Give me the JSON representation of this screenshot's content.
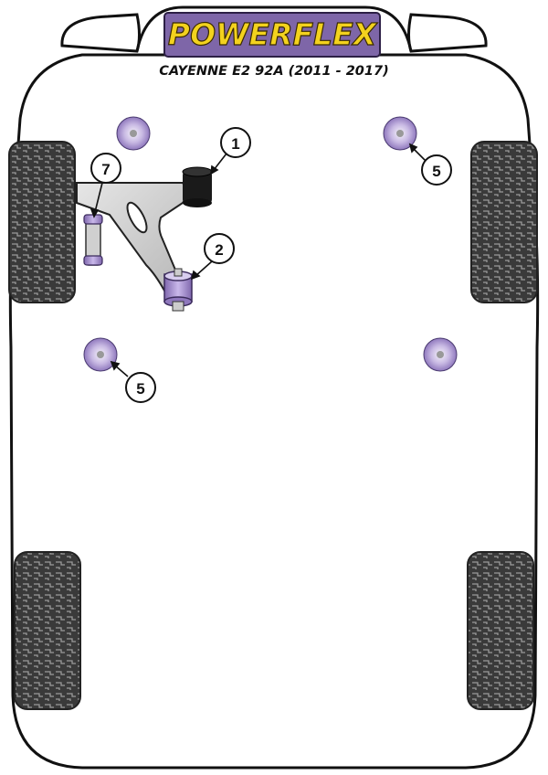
{
  "brand": {
    "logo_text": "POWERFLEX",
    "logo_bg": "#7e66a8",
    "logo_fg": "#f3d21e"
  },
  "vehicle": {
    "title": "CAYENNE E2 92A (2011 - 2017)"
  },
  "colors": {
    "bushing_purple": "#a08bc9",
    "bushing_light": "#e6dff2",
    "black_bushing": "#1a1a1a",
    "arm_grey": "#d2d2d2",
    "tire_dark": "#3a3a3a"
  },
  "callouts": [
    {
      "id": "callout-1",
      "label": "1"
    },
    {
      "id": "callout-2",
      "label": "2"
    },
    {
      "id": "callout-5-right",
      "label": "5"
    },
    {
      "id": "callout-5-left",
      "label": "5"
    },
    {
      "id": "callout-7",
      "label": "7"
    }
  ],
  "parts": {
    "front_wishbone_rear_bush": "black-bushing",
    "front_wishbone_front_bush": "purple-bushing",
    "subframe_mount": "purple-round-bush",
    "link_bush": "purple-link-bush"
  }
}
